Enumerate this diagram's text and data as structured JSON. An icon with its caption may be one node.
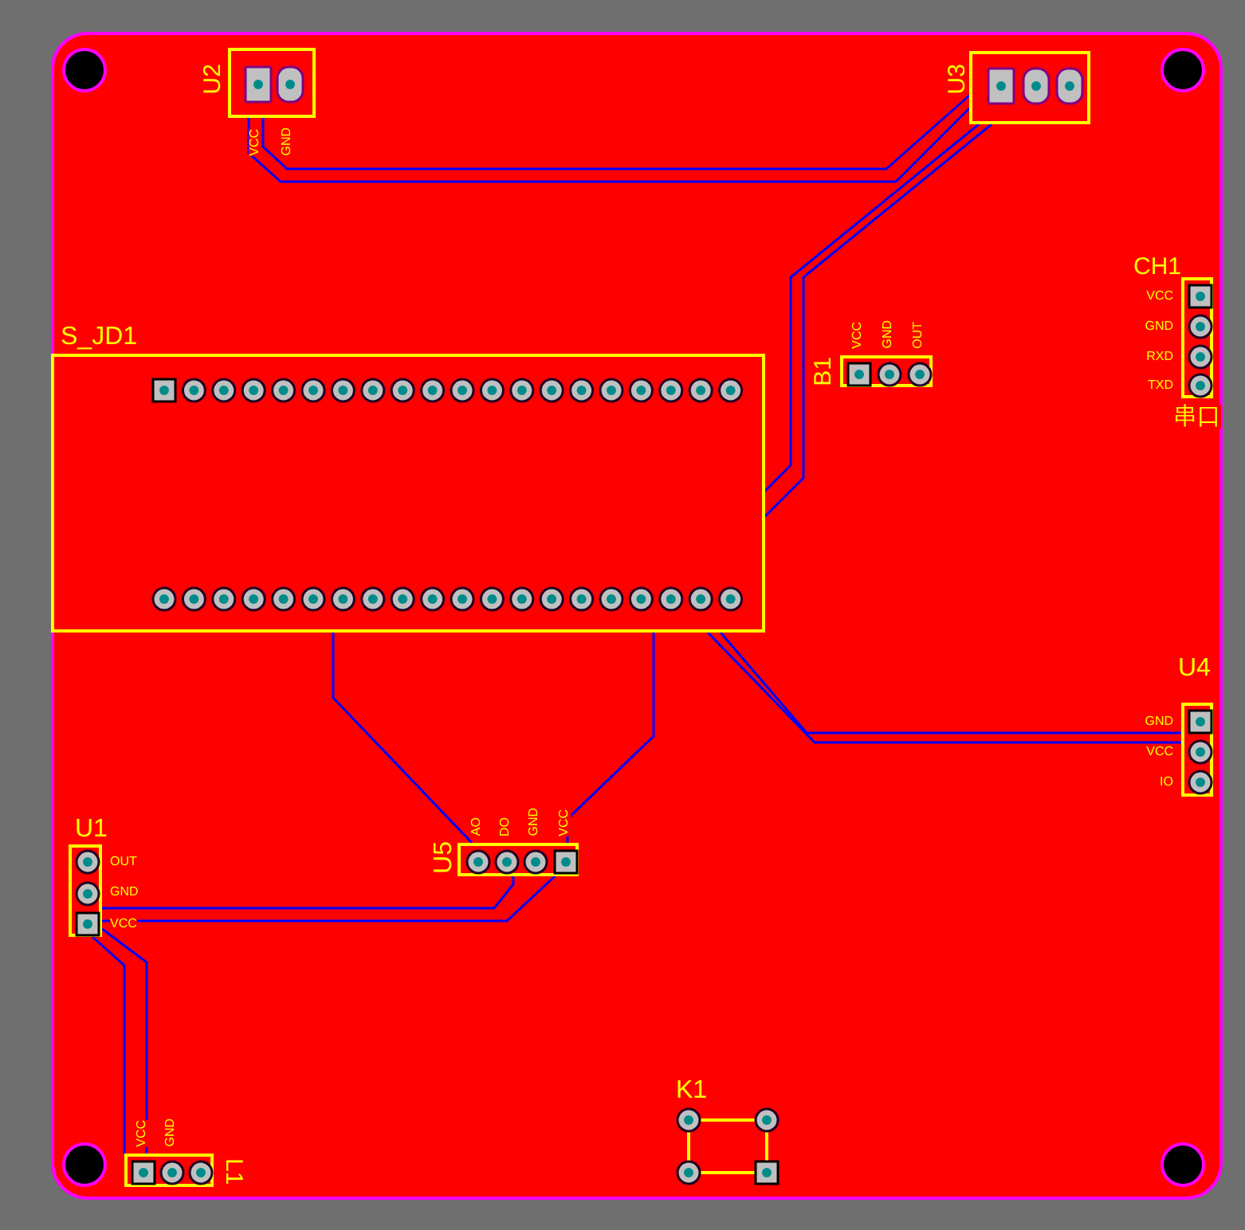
{
  "diagram": {
    "nodes": [
      {
        "text": [
          "S_JD1"
        ]
      },
      {
        "text": [
          "U2",
          "VCC",
          "GND"
        ]
      },
      {
        "text": [
          "U3"
        ]
      },
      {
        "text": [
          "B1",
          "VCC",
          "GND",
          "OUT"
        ]
      },
      {
        "text": [
          "CH1",
          "VCC",
          "GND",
          "RXD",
          "TXD",
          "串口"
        ]
      },
      {
        "text": [
          "U4",
          "GND",
          "VCC",
          "IO"
        ]
      },
      {
        "text": [
          "U1",
          "OUT",
          "GND",
          "VCC"
        ]
      },
      {
        "text": [
          "U5",
          "AO",
          "DO",
          "GND",
          "VCC"
        ]
      },
      {
        "text": [
          "L1",
          "VCC",
          "GND"
        ]
      },
      {
        "text": [
          "K1"
        ]
      }
    ],
    "edges": [
      {
        "from": 1,
        "to": 2,
        "arrow": "none"
      },
      {
        "from": 1,
        "to": 2,
        "arrow": "none"
      },
      {
        "from": 2,
        "to": 0,
        "arrow": "none"
      },
      {
        "from": 2,
        "to": 0,
        "arrow": "none"
      },
      {
        "from": 0,
        "to": 5,
        "arrow": "none"
      },
      {
        "from": 0,
        "to": 5,
        "arrow": "none"
      },
      {
        "from": 0,
        "to": 7,
        "arrow": "none"
      },
      {
        "from": 0,
        "to": 7,
        "arrow": "none"
      },
      {
        "from": 7,
        "to": 6,
        "arrow": "none"
      },
      {
        "from": 7,
        "to": 6,
        "arrow": "none"
      },
      {
        "from": 6,
        "to": 8,
        "arrow": "none"
      },
      {
        "from": 6,
        "to": 8,
        "arrow": "none"
      }
    ]
  }
}
